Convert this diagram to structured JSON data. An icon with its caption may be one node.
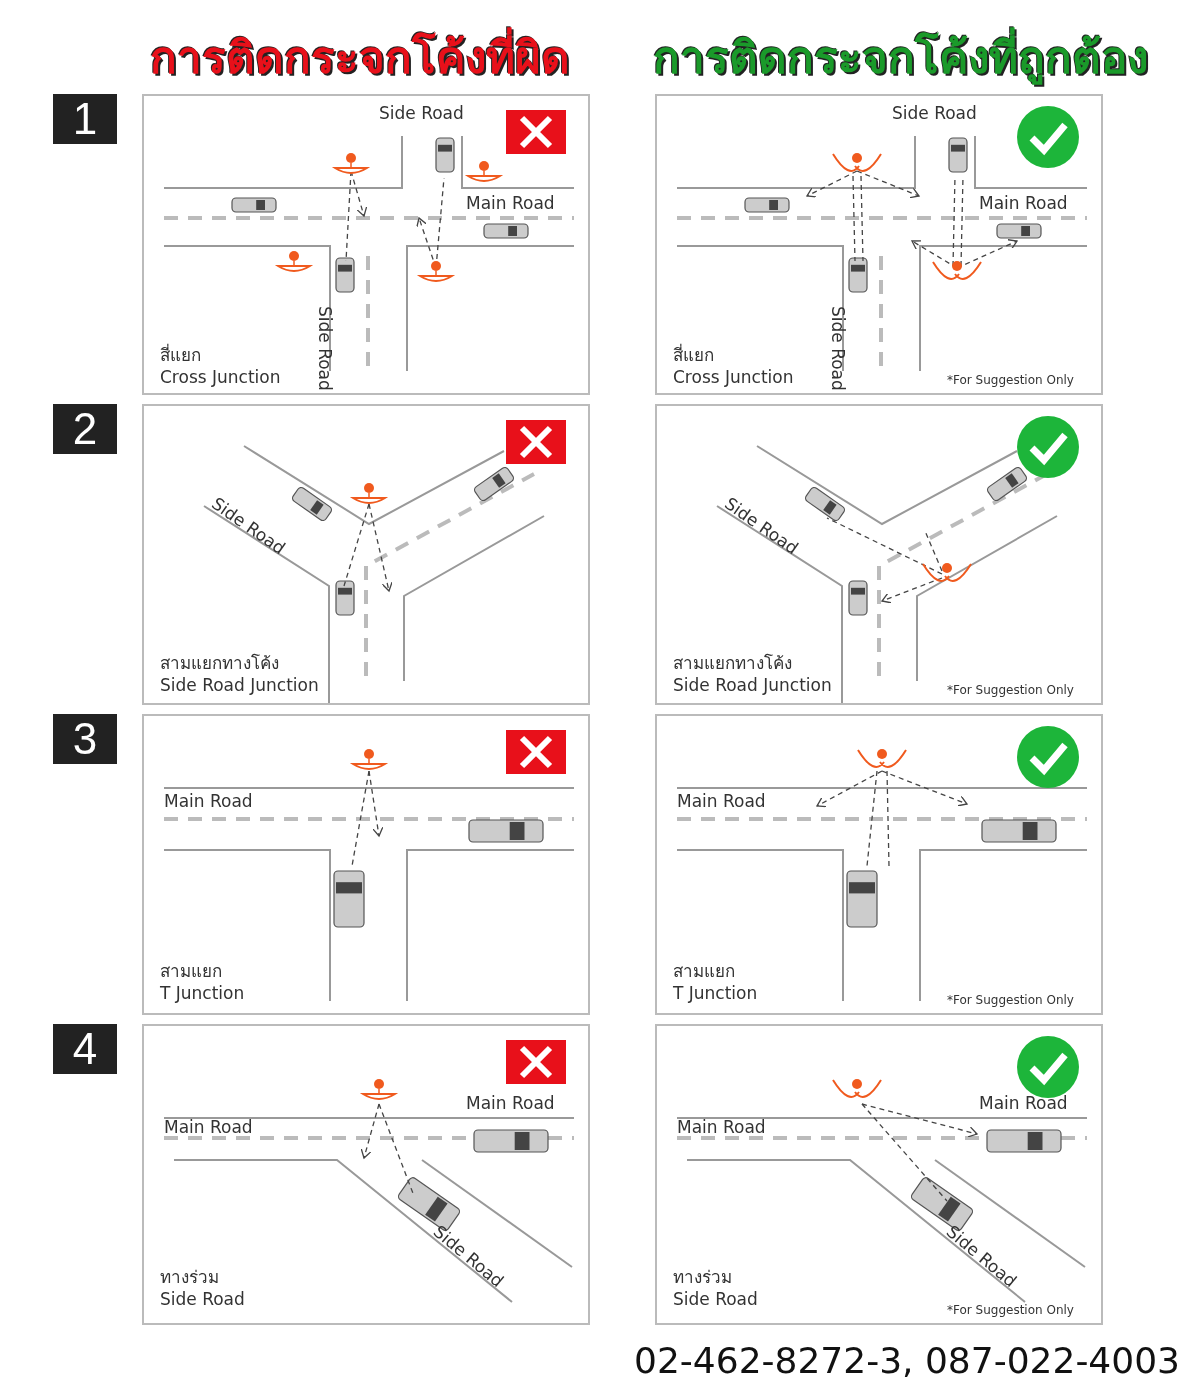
{
  "diagram": {
    "nodes": [
      {
        "text": [
          "Side Road",
          "Main Road",
          "Side Road",
          "สี่แยก",
          "Cross Junction"
        ]
      },
      {
        "text": [
          "Side Road",
          "Main Road",
          "Side Road",
          "สี่แยก",
          "Cross Junction",
          "*For Suggestion Only"
        ]
      },
      {
        "text": [
          "Side Road",
          "สามแยกทางโค้ง",
          "Side Road Junction"
        ]
      },
      {
        "text": [
          "Side Road",
          "สามแยกทางโค้ง",
          "Side Road Junction",
          "*For Suggestion Only"
        ]
      },
      {
        "text": [
          "Main Road",
          "สามแยก",
          "T Junction"
        ]
      },
      {
        "text": [
          "Main Road",
          "สามแยก",
          "T Junction",
          "*For Suggestion Only"
        ]
      },
      {
        "text": [
          "Main Road",
          "Main Road",
          "Side Road",
          "ทางร่วม",
          "Side Road"
        ]
      },
      {
        "text": [
          "Main Road",
          "Main Road",
          "Side Road",
          "ทางร่วม",
          "Side Road",
          "*For Suggestion Only"
        ]
      }
    ],
    "labels": [
      "การติดกระจกโค้งที่ผิด",
      "การติดกระจกโค้งที่ถูกต้อง",
      "1",
      "2",
      "3",
      "4",
      "02-462-8272-3, 087-022-4003"
    ]
  }
}
